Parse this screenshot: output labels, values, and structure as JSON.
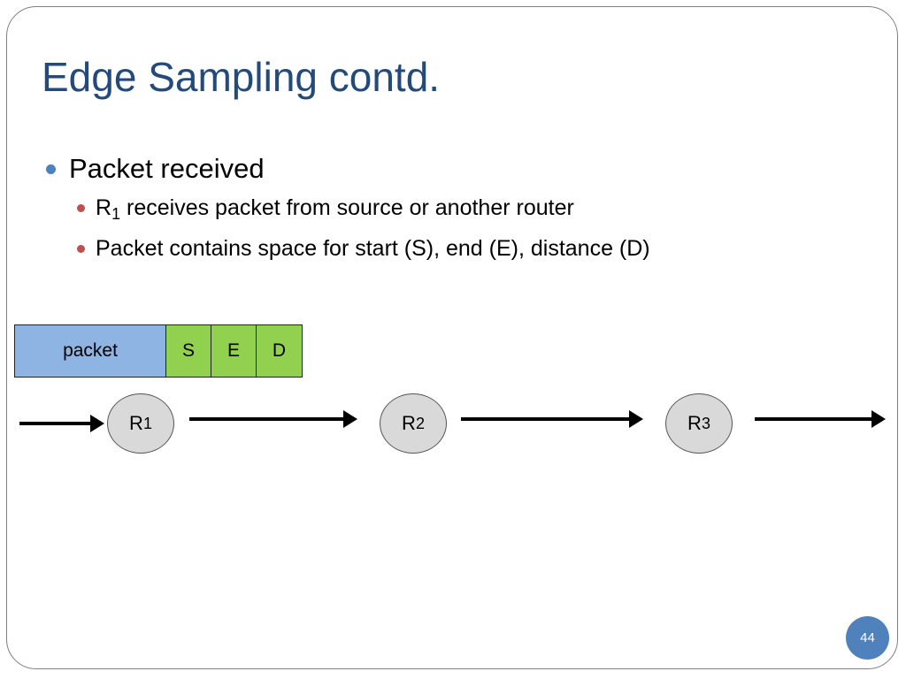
{
  "slide": {
    "title": "Edge Sampling contd.",
    "page_number": "44"
  },
  "bullets": {
    "level1": "Packet received",
    "items": [
      {
        "prefix": "R",
        "subscript": "1",
        "text": " receives packet from source or another router"
      },
      {
        "text": "Packet contains space for start (S), end (E), distance (D)"
      }
    ]
  },
  "packet": {
    "main_label": "packet",
    "fields": [
      "S",
      "E",
      "D"
    ]
  },
  "routers": [
    {
      "prefix": "R",
      "subscript": "1"
    },
    {
      "prefix": "R",
      "subscript": "2"
    },
    {
      "prefix": "R",
      "subscript": "3"
    }
  ],
  "colors": {
    "title": "#244a7c",
    "packet_main": "#8eb4e3",
    "packet_fields": "#92d050",
    "router_fill": "#d9d9d9",
    "bullet_level1": "#4f81bd",
    "bullet_level2": "#c0504d",
    "page_badge": "#4f81bd"
  }
}
